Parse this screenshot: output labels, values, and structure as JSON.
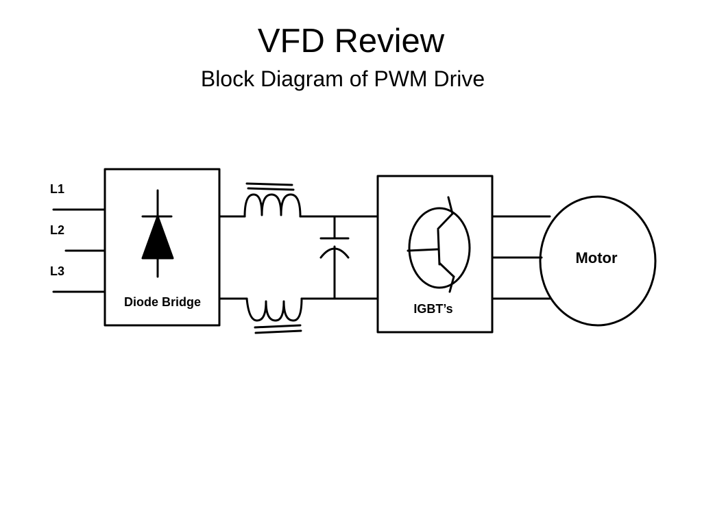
{
  "slide": {
    "title": "VFD Review",
    "subtitle": "Block Diagram of PWM Drive"
  },
  "diagram": {
    "inputs": [
      "L1",
      "L2",
      "L3"
    ],
    "diode_bridge_label": "Diode Bridge",
    "igbt_label": "IGBT’s",
    "motor_label": "Motor"
  }
}
